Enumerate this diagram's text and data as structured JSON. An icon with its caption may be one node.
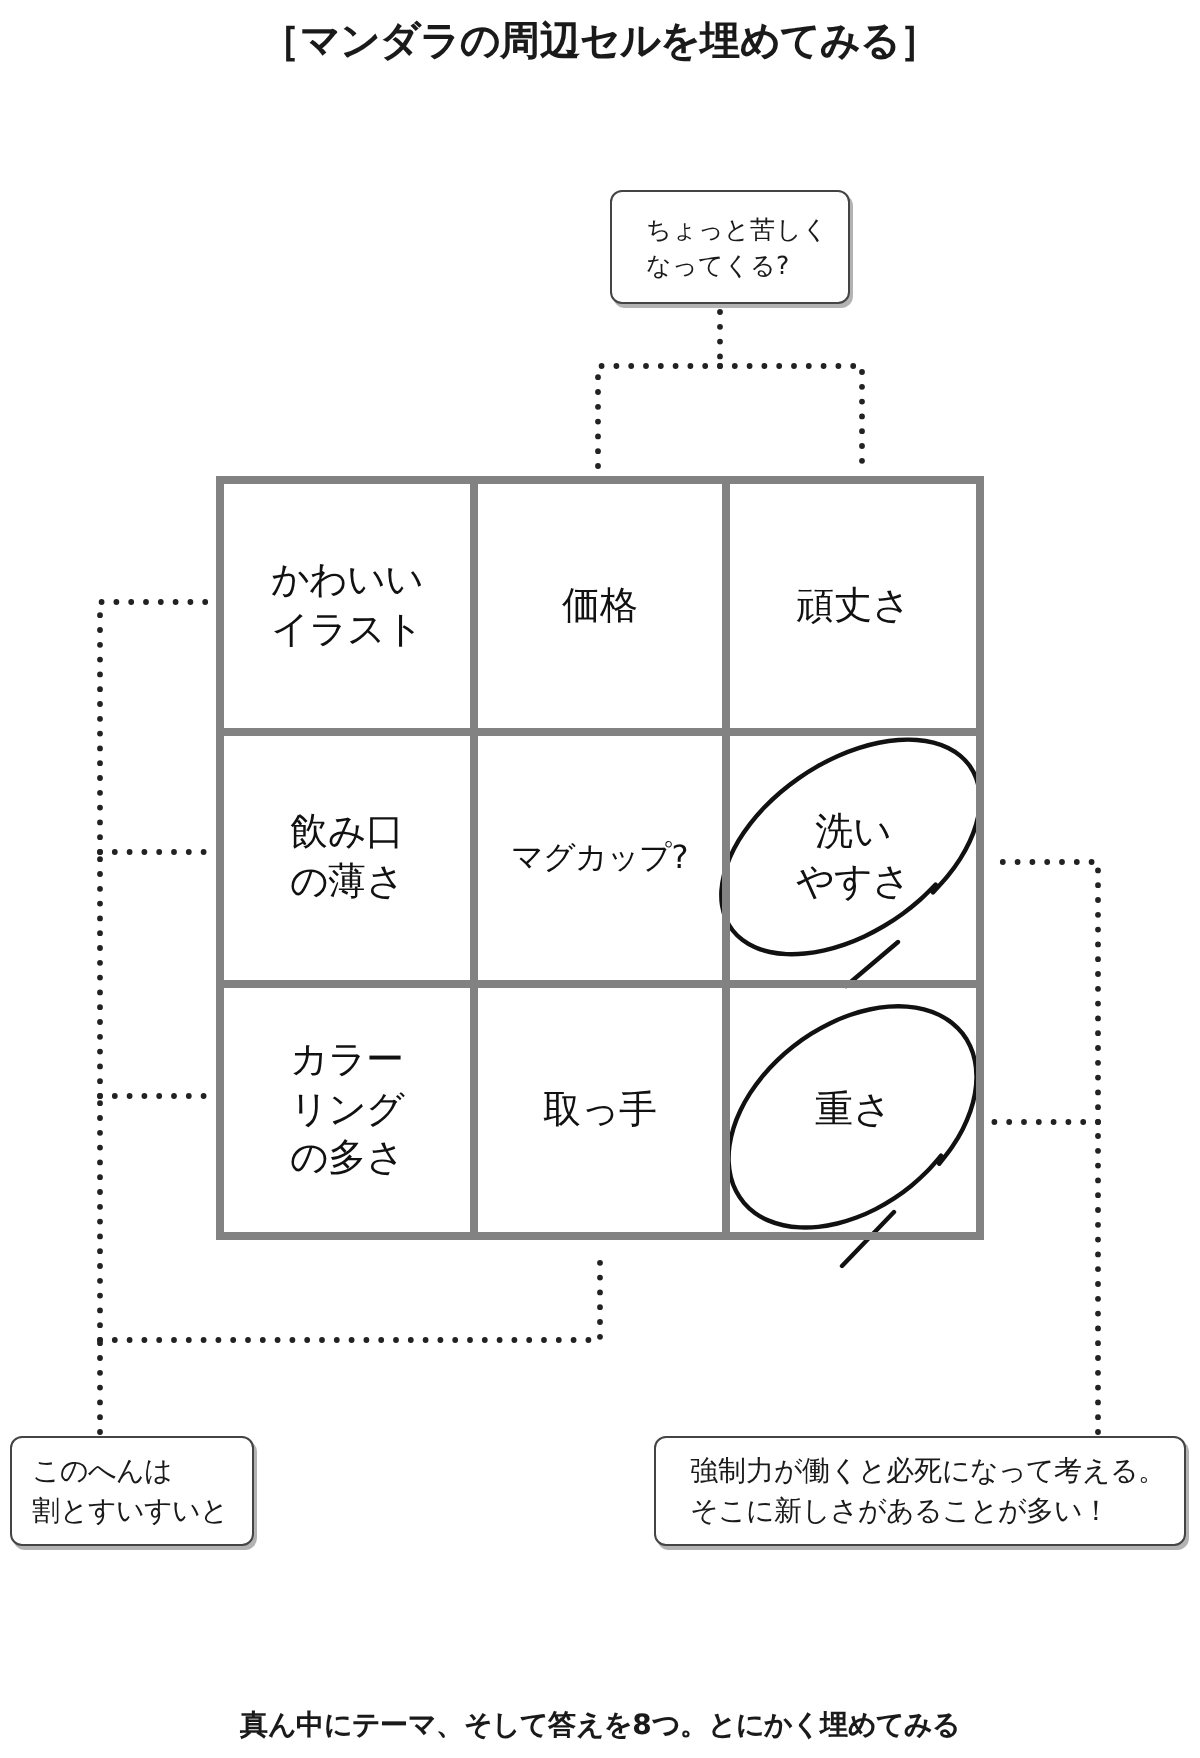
{
  "diagram": {
    "title": "［マンダラの周辺セルを埋めてみる］",
    "caption": "真ん中にテーマ、そして答えを8つ。とにかく埋めてみる",
    "nodes": [
      {
        "text": [
          "ちょっと苦しくなってくる?"
        ]
      },
      {
        "text": [
          "かわいいイラスト"
        ]
      },
      {
        "text": [
          "価格"
        ]
      },
      {
        "text": [
          "頑丈さ"
        ]
      },
      {
        "text": [
          "飲み口の薄さ"
        ]
      },
      {
        "text": [
          "マグカップ?"
        ]
      },
      {
        "text": [
          "洗いやすさ"
        ]
      },
      {
        "text": [
          "カラーリングの多さ"
        ]
      },
      {
        "text": [
          "取っ手"
        ]
      },
      {
        "text": [
          "重さ"
        ]
      },
      {
        "text": [
          "このへんは割とすいすいと"
        ]
      },
      {
        "text": [
          "強制力が働くと必死になって考える。そこに新しさがあることが多い！"
        ]
      }
    ],
    "edges": [
      {
        "from": 0,
        "to": 2,
        "arrow": "none",
        "style": "dashed"
      },
      {
        "from": 0,
        "to": 3,
        "arrow": "none",
        "style": "dashed"
      },
      {
        "from": 10,
        "to": 1,
        "arrow": "none",
        "style": "dashed"
      },
      {
        "from": 10,
        "to": 4,
        "arrow": "none",
        "style": "dashed"
      },
      {
        "from": 10,
        "to": 7,
        "arrow": "none",
        "style": "dashed"
      },
      {
        "from": 10,
        "to": 8,
        "arrow": "none",
        "style": "dashed"
      },
      {
        "from": 11,
        "to": 6,
        "arrow": "none",
        "style": "dashed"
      },
      {
        "from": 11,
        "to": 9,
        "arrow": "none",
        "style": "dashed"
      }
    ]
  }
}
